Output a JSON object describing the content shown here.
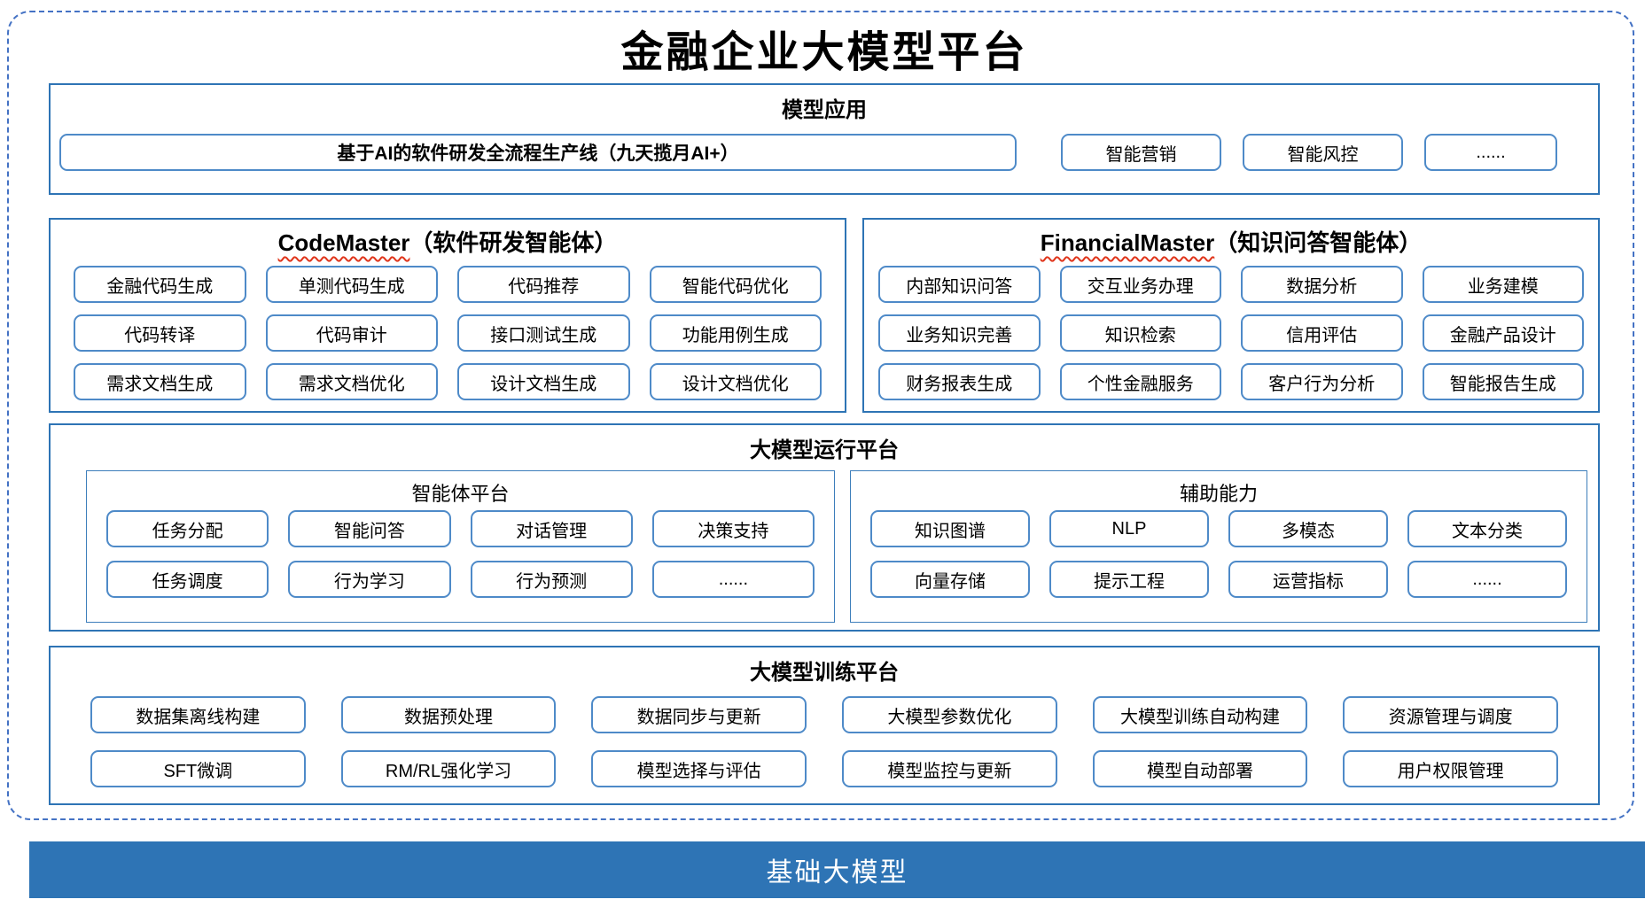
{
  "title": "金融企业大模型平台",
  "model_app": {
    "header": "模型应用",
    "items": [
      "基于AI的软件研发全流程生产线（九天揽月AI+）",
      "智能营销",
      "智能风控",
      "......"
    ]
  },
  "agents": [
    {
      "name_en": "CodeMaster",
      "name_cn": "（软件研发智能体）",
      "items": [
        "金融代码生成",
        "单测代码生成",
        "代码推荐",
        "智能代码优化",
        "代码转译",
        "代码审计",
        "接口测试生成",
        "功能用例生成",
        "需求文档生成",
        "需求文档优化",
        "设计文档生成",
        "设计文档优化"
      ]
    },
    {
      "name_en": "FinancialMaster",
      "name_cn": "（知识问答智能体）",
      "items": [
        "内部知识问答",
        "交互业务办理",
        "数据分析",
        "业务建模",
        "业务知识完善",
        "知识检索",
        "信用评估",
        "金融产品设计",
        "财务报表生成",
        "个性金融服务",
        "客户行为分析",
        "智能报告生成"
      ]
    }
  ],
  "runtime": {
    "header": "大模型运行平台",
    "subsections": [
      {
        "header": "智能体平台",
        "items": [
          "任务分配",
          "智能问答",
          "对话管理",
          "决策支持",
          "任务调度",
          "行为学习",
          "行为预测",
          "......"
        ]
      },
      {
        "header": "辅助能力",
        "items": [
          "知识图谱",
          "NLP",
          "多模态",
          "文本分类",
          "向量存储",
          "提示工程",
          "运营指标",
          "......"
        ]
      }
    ]
  },
  "training": {
    "header": "大模型训练平台",
    "items": [
      "数据集离线构建",
      "数据预处理",
      "数据同步与更新",
      "大模型参数优化",
      "大模型训练自动构建",
      "资源管理与调度",
      "SFT微调",
      "RM/RL强化学习",
      "模型选择与评估",
      "模型监控与更新",
      "模型自动部署",
      "用户权限管理"
    ]
  },
  "foundation": {
    "label": "基础大模型"
  },
  "colors": {
    "outer_dashed_border": "#4472C4",
    "section_border": "#2E74B5",
    "box_border": "#4E8AC8",
    "foundation_bar": "#2E74B5",
    "spellcheck_underline": "#E0351B"
  }
}
